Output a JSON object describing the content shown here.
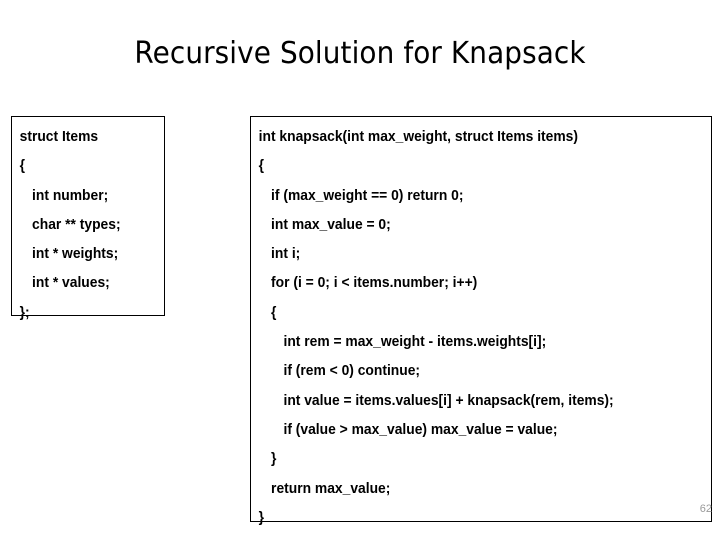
{
  "slide": {
    "title": "Recursive Solution for Knapsack",
    "page_number": "62",
    "background_color": "#ffffff",
    "text_color": "#000000",
    "border_color": "#000000",
    "page_number_color": "#9a9a9a"
  },
  "struct_box": {
    "name": "struct-items-code-box",
    "lines": [
      {
        "text": "struct Items",
        "indent": 0
      },
      {
        "text": "{",
        "indent": 0
      },
      {
        "text": "int number;",
        "indent": 1
      },
      {
        "text": "char ** types;",
        "indent": 1
      },
      {
        "text": "int * weights;",
        "indent": 1
      },
      {
        "text": "int * values;",
        "indent": 1
      },
      {
        "text": "};",
        "indent": 0
      }
    ]
  },
  "function_box": {
    "name": "knapsack-function-code-box",
    "lines": [
      {
        "text": "int knapsack(int max_weight, struct Items items)",
        "indent": 0
      },
      {
        "text": "{",
        "indent": 0
      },
      {
        "text": "if (max_weight == 0) return 0;",
        "indent": 1
      },
      {
        "text": "int max_value = 0;",
        "indent": 1
      },
      {
        "text": "int i;",
        "indent": 1
      },
      {
        "text": "for (i = 0; i < items.number; i++)",
        "indent": 1
      },
      {
        "text": "{",
        "indent": 1
      },
      {
        "text": "int rem = max_weight - items.weights[i];",
        "indent": 2
      },
      {
        "text": "if (rem < 0) continue;",
        "indent": 2
      },
      {
        "text": "int value = items.values[i] + knapsack(rem, items);",
        "indent": 2
      },
      {
        "text": "if (value > max_value) max_value = value;",
        "indent": 2
      },
      {
        "text": "}",
        "indent": 1
      },
      {
        "text": "return max_value;",
        "indent": 1
      },
      {
        "text": "}",
        "indent": 0
      }
    ]
  }
}
